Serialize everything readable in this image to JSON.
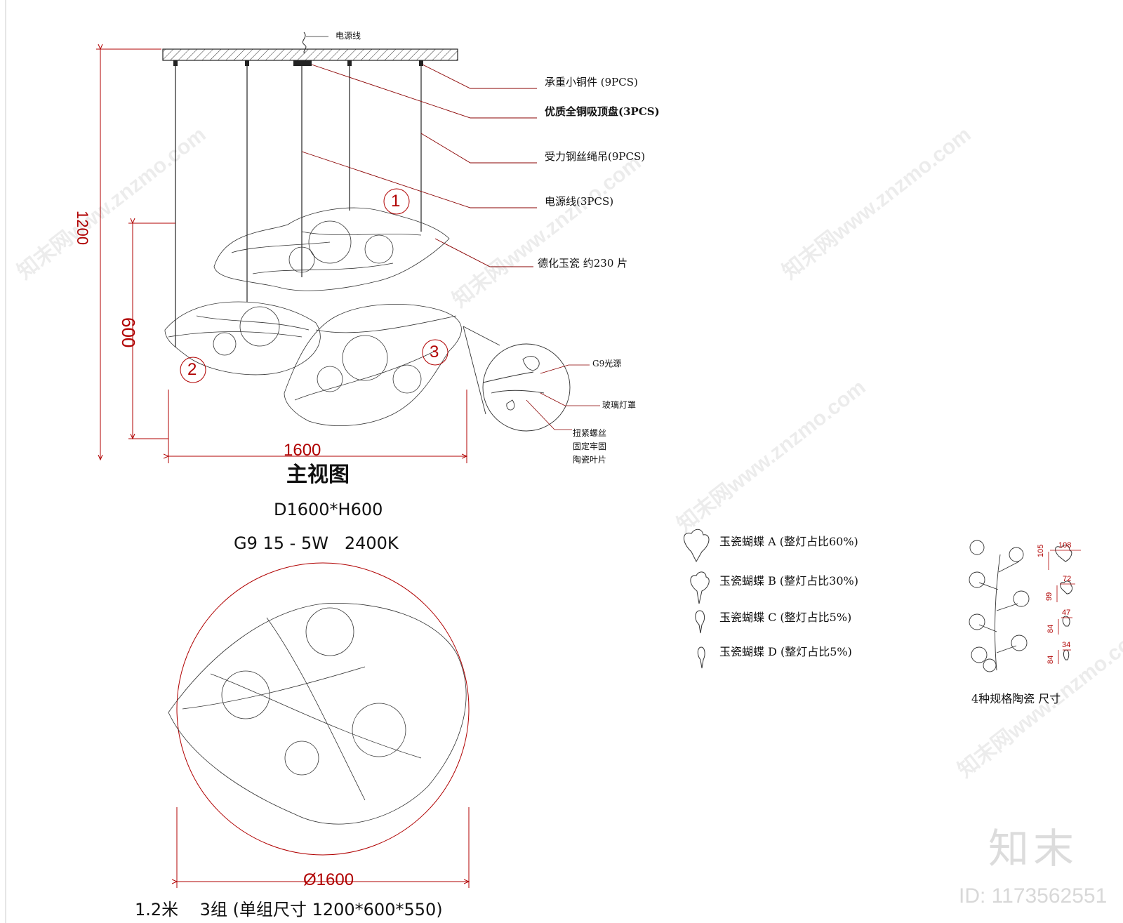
{
  "front_view": {
    "power_cable_top_label": "电源线",
    "callouts": {
      "copper_fitting": "承重小铜件 (9PCS)",
      "ceiling_plate": "优质全铜吸顶盘(3PCS)",
      "steel_wire": "受力钢丝绳吊(9PCS)",
      "power_cable": "电源线(3PCS)",
      "porcelain": "德化玉瓷 约230 片"
    },
    "group_markers": [
      "1",
      "2",
      "3"
    ],
    "dim_height_total": "1200",
    "dim_height_cluster": "600",
    "dim_width": "1600",
    "title": "主视图",
    "spec_size": "D1600*H600",
    "spec_light": "G9 15 - 5W   2400K"
  },
  "detail": {
    "g9": "G9光源",
    "glass_shade": "玻璃灯罩",
    "screw_lines": [
      "扭紧螺丝",
      "固定牢固",
      "陶瓷叶片"
    ]
  },
  "top_view": {
    "dim_diameter": "Ø1600",
    "caption": "1.2米    3组 (单组尺寸 1200*600*550)"
  },
  "legend": {
    "items": [
      "玉瓷蝴蝶 A (整灯占比60%)",
      "玉瓷蝴蝶 B (整灯占比30%)",
      "玉瓷蝴蝶 C (整灯占比5%)",
      "玉瓷蝴蝶 D (整灯占比5%)"
    ]
  },
  "spec_sizes": {
    "caption": "4种规格陶瓷 尺寸",
    "dims": [
      {
        "w": "108",
        "h": "105"
      },
      {
        "w": "72",
        "h": "99"
      },
      {
        "w": "47",
        "h": "84"
      },
      {
        "w": "34",
        "h": "84"
      }
    ]
  },
  "watermark": {
    "text": "知末网www.znzmo.com",
    "brand": "知末",
    "id": "ID: 1173562551"
  },
  "colors": {
    "line": "#222222",
    "dimension": "#b00000",
    "leader": "#8a0000"
  }
}
